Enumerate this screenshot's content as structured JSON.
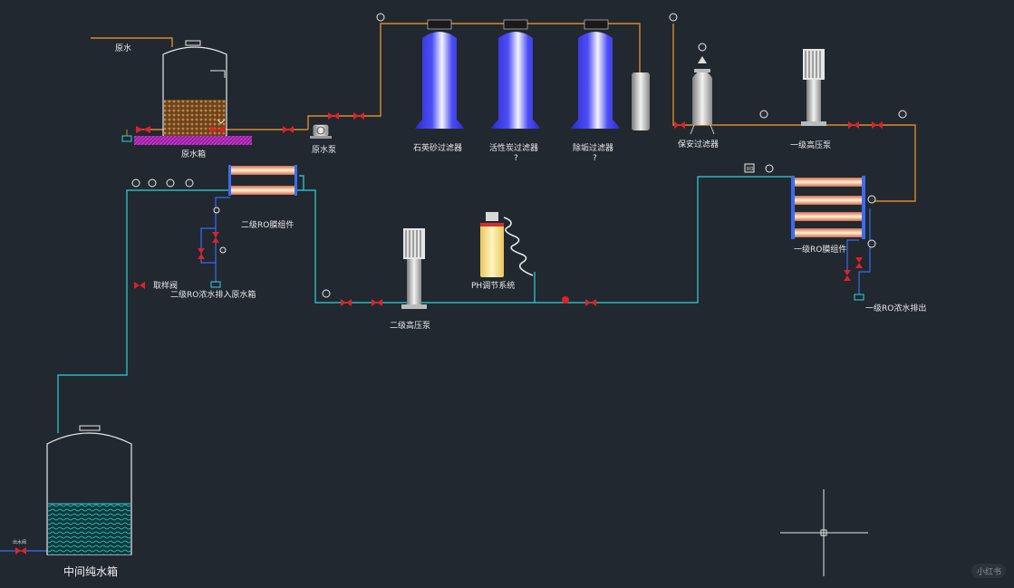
{
  "labels": {
    "raw_water": "原水",
    "raw_water_tank": "原水箱",
    "raw_water_pump": "原水泵",
    "quartz_sand_filter": "石英砂过滤器",
    "activated_carbon_filter": "活性炭过滤器",
    "activated_carbon_mark": "?",
    "hardness_removal_filter": "除垢过滤器",
    "hardness_removal_mark": "?",
    "security_filter": "保安过滤器",
    "stage1_hp_pump": "一级高压泵",
    "stage1_ro_module": "一级RO膜组件",
    "stage1_concentrate_out": "一级RO浓水排出",
    "stage2_ro_module": "二级RO膜组件",
    "stage2_concentrate_return": "二级RO浓水排入原水箱",
    "sampling_valve": "取样阀",
    "ph_system": "PH调节系统",
    "stage2_hp_pump": "二级高压泵",
    "intermediate_tank": "中间纯水箱",
    "outlet_valve": "出水阀",
    "meter_ro1": "RO",
    "watermark": "小红书"
  },
  "colors": {
    "background": "#212830",
    "raw_pipe": "#d98a2b",
    "pure_pipe": "#2fd3d9",
    "blue_pipe": "#3a6cf0",
    "valve": "#e0202a",
    "filter_blue": "#3b3de8",
    "sand": "#b8772e",
    "water": "#29c6c8",
    "ph_tank": "#f2dc7a"
  },
  "icons": [
    "pressure-gauge-icon",
    "valve-icon",
    "pump-icon",
    "crosshair-icon"
  ]
}
